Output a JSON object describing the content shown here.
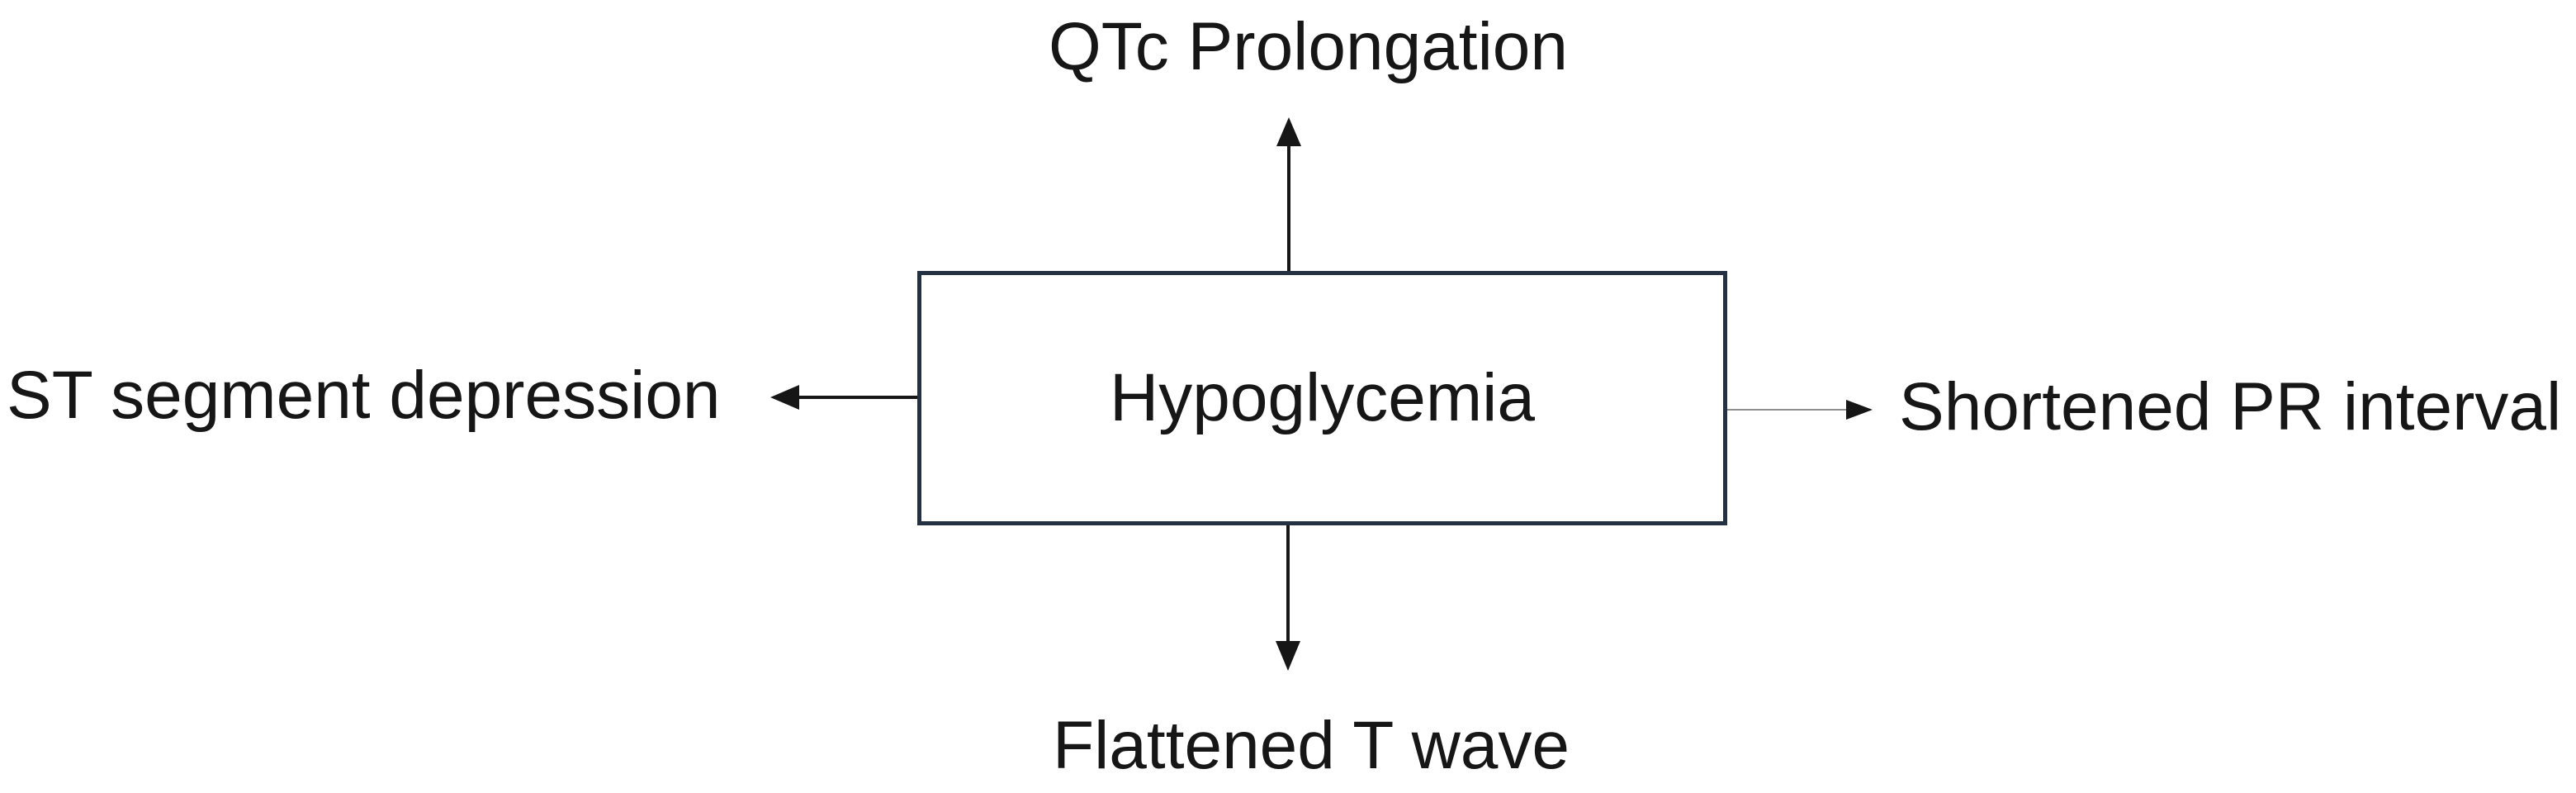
{
  "diagram": {
    "center": {
      "label": "Hypoglycemia"
    },
    "effects": {
      "top": {
        "label": "QTc Prolongation"
      },
      "right": {
        "label": "Shortened PR interval"
      },
      "bottom": {
        "label": "Flattened T wave"
      },
      "left": {
        "label": "ST segment depression"
      }
    },
    "colors": {
      "background": "#ffffff",
      "box_border": "#243142",
      "text": "#161616",
      "arrow": "#161616",
      "right_arrow_line": "#8f8f8f"
    }
  }
}
